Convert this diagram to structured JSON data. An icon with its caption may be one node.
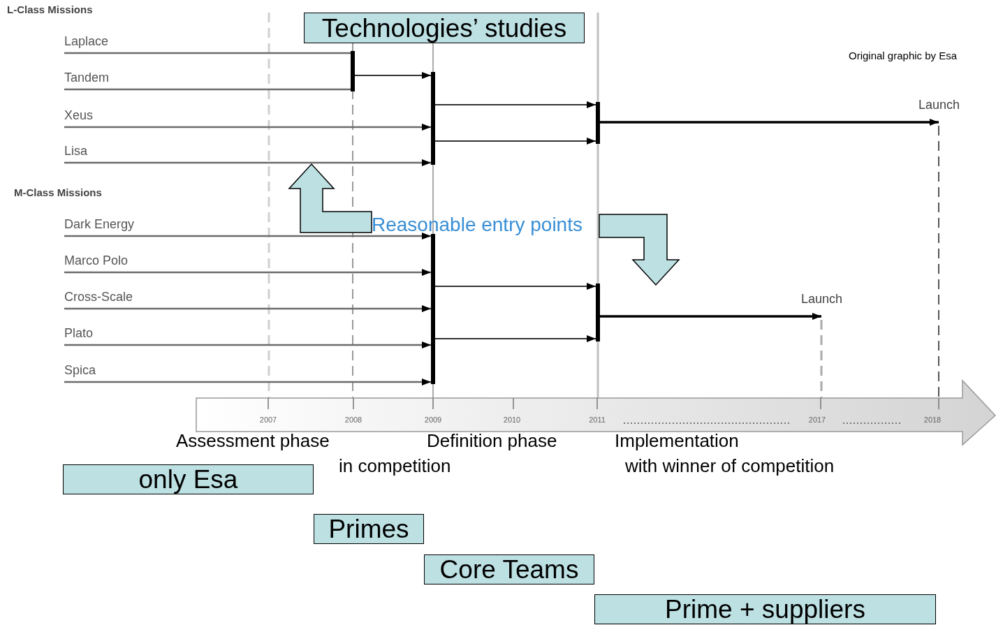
{
  "diagram": {
    "nodes": [
      {
        "text": [
          "Technologies’ studies"
        ]
      },
      {
        "text": [
          "Laplace"
        ]
      },
      {
        "text": [
          "Tandem"
        ]
      },
      {
        "text": [
          "Xeus"
        ]
      },
      {
        "text": [
          "Lisa"
        ]
      },
      {
        "text": [
          "Reasonable entry points"
        ]
      },
      {
        "text": [
          "Dark Energy"
        ]
      },
      {
        "text": [
          "Marco Polo"
        ]
      },
      {
        "text": [
          "Cross-Scale"
        ]
      },
      {
        "text": [
          "Plato"
        ]
      },
      {
        "text": [
          "Spica"
        ]
      },
      {
        "text": [],
        "shape": "bar"
      },
      {
        "text": [],
        "shape": "bar"
      },
      {
        "text": [],
        "shape": "bar"
      },
      {
        "text": [],
        "shape": "bar"
      },
      {
        "text": [],
        "shape": "bar"
      },
      {
        "text": [
          "only Esa"
        ]
      },
      {
        "text": [
          "Primes"
        ]
      },
      {
        "text": [
          "Core Teams"
        ]
      },
      {
        "text": [
          "Prime + suppliers"
        ]
      }
    ],
    "edges": [
      {
        "from": 1,
        "to": 11,
        "arrow": "none"
      },
      {
        "from": 2,
        "to": 11,
        "arrow": "none"
      },
      {
        "from": 11,
        "to": 12,
        "arrow": "to"
      },
      {
        "from": 3,
        "to": 12,
        "arrow": "to"
      },
      {
        "from": 4,
        "to": 12,
        "arrow": "to"
      },
      {
        "from": 12,
        "to": 13,
        "arrow": "to"
      },
      {
        "from": 12,
        "to": 13,
        "arrow": "to"
      },
      {
        "from": 13,
        "to": null,
        "arrow": "to",
        "label": "Launch",
        "color": "#000000"
      },
      {
        "from": 6,
        "to": 14,
        "arrow": "to"
      },
      {
        "from": 7,
        "to": 14,
        "arrow": "to"
      },
      {
        "from": 8,
        "to": 14,
        "arrow": "to"
      },
      {
        "from": 9,
        "to": 14,
        "arrow": "to"
      },
      {
        "from": 10,
        "to": 14,
        "arrow": "to"
      },
      {
        "from": 14,
        "to": 15,
        "arrow": "to"
      },
      {
        "from": 14,
        "to": 15,
        "arrow": "to"
      },
      {
        "from": 15,
        "to": null,
        "arrow": "to",
        "label": "Launch",
        "color": "#000000"
      },
      {
        "from": 5,
        "to": null,
        "arrow": "to",
        "style": "thick",
        "color": "#bde0e3"
      },
      {
        "from": 5,
        "to": null,
        "arrow": "to",
        "style": "thick",
        "color": "#bde0e3"
      }
    ],
    "labels": [
      "L-Class Missions",
      "Original graphic by Esa",
      "M-Class Missions",
      "2007",
      "2008",
      "2009",
      "2010",
      "2011",
      "2017",
      "2018",
      "Assessment phase",
      "Definition phase",
      "Implementation",
      "in competition",
      "with winner of competition"
    ]
  }
}
